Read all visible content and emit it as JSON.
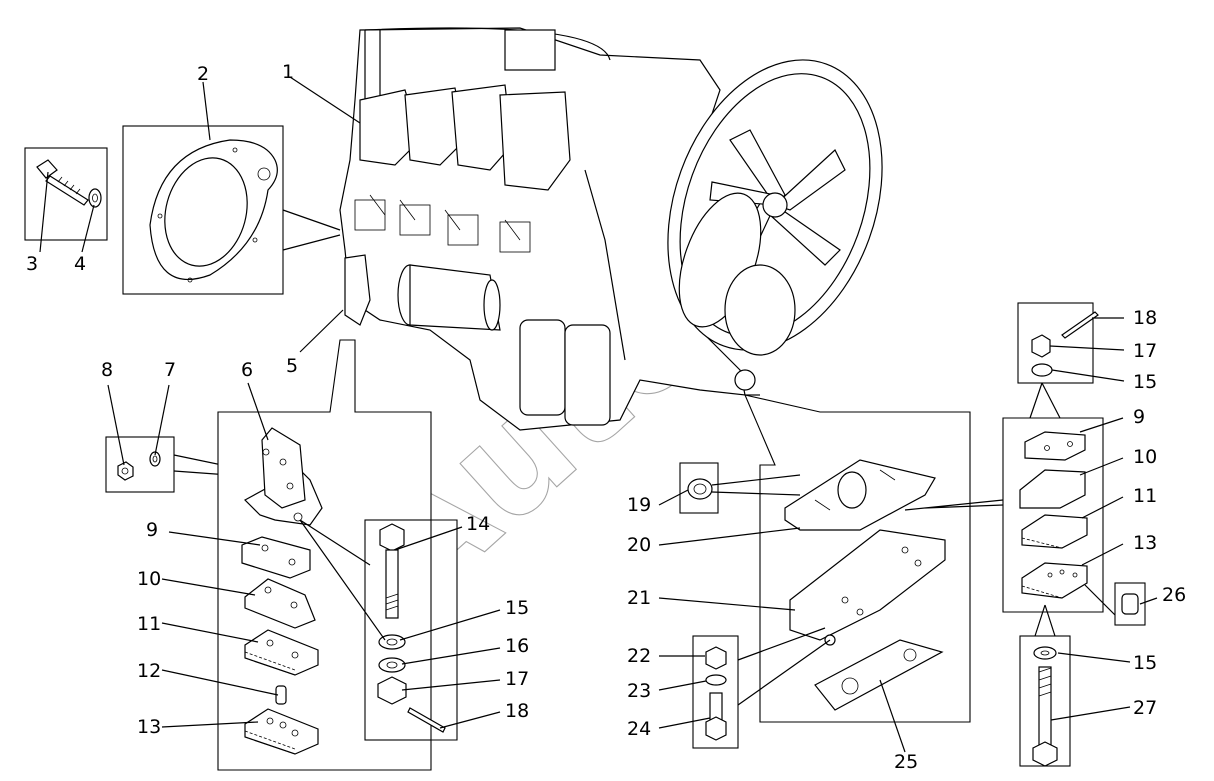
{
  "callouts": {
    "c1": "1",
    "c2": "2",
    "c3": "3",
    "c4": "4",
    "c5": "5",
    "c6": "6",
    "c7": "7",
    "c8": "8",
    "c9a": "9",
    "c10a": "10",
    "c11a": "11",
    "c12": "12",
    "c13a": "13",
    "c14": "14",
    "c15a": "15",
    "c16": "16",
    "c17a": "17",
    "c18a": "18",
    "c18b": "18",
    "c17b": "17",
    "c15b": "15",
    "c9b": "9",
    "c10b": "10",
    "c11b": "11",
    "c13b": "13",
    "c26": "26",
    "c19": "19",
    "c20": "20",
    "c21": "21",
    "c22": "22",
    "c23": "23",
    "c24": "24",
    "c25": "25",
    "c15c": "15",
    "c27": "27"
  },
  "watermark": "Autoс"
}
